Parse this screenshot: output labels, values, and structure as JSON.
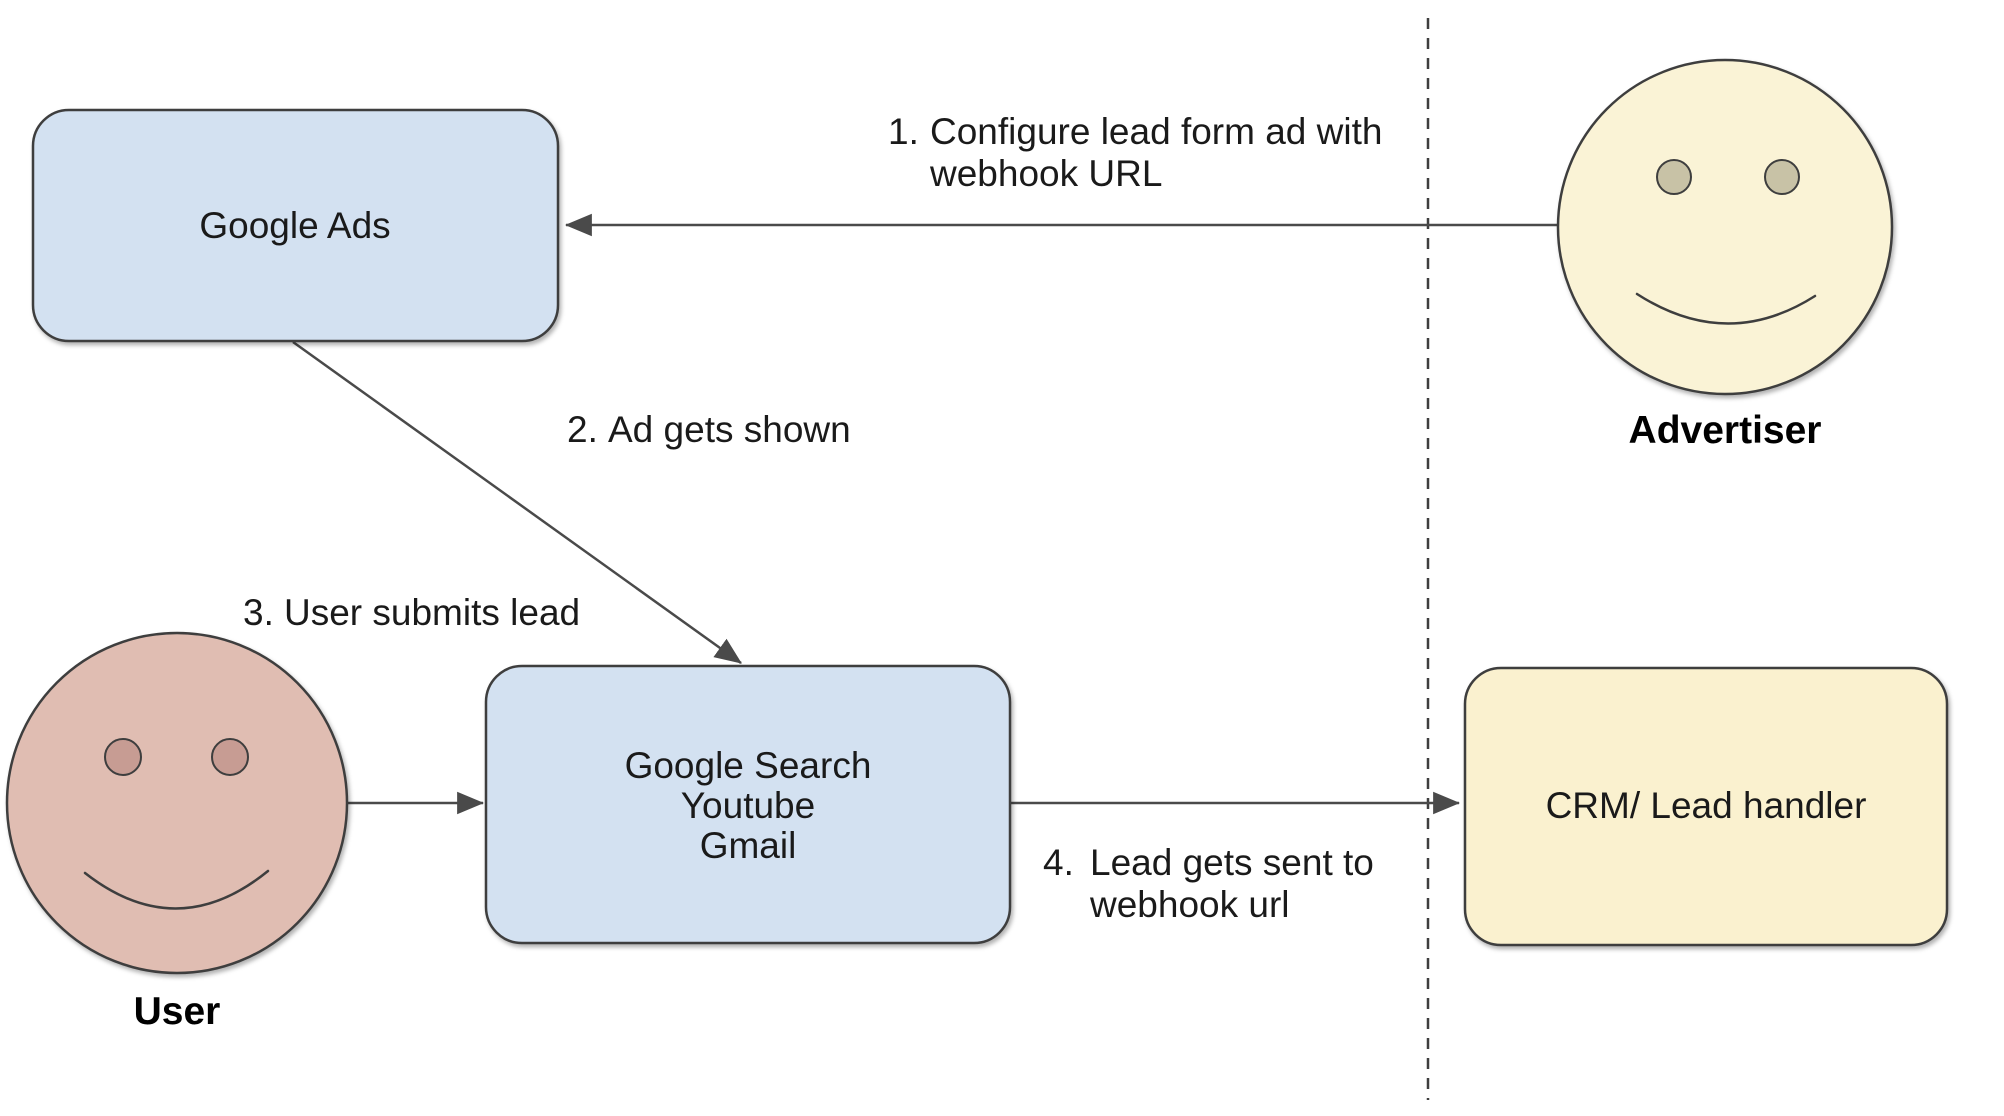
{
  "nodes": {
    "google_ads": {
      "label": "Google Ads",
      "fill": "#D3E1F1"
    },
    "channels": {
      "line1": "Google Search",
      "line2": "Youtube",
      "line3": "Gmail",
      "fill": "#D3E1F1"
    },
    "crm": {
      "label": "CRM/ Lead handler",
      "fill": "#FAF1CF"
    }
  },
  "actors": {
    "advertiser": {
      "label": "Advertiser",
      "face_fill": "#FAF3D6",
      "eye_fill": "#C8C2A6"
    },
    "user": {
      "label": "User",
      "face_fill": "#E0BDB2",
      "eye_fill": "#C79C93"
    }
  },
  "steps": {
    "s1": {
      "num": "1.",
      "line1": "Configure lead form ad with",
      "line2": "webhook URL"
    },
    "s2": {
      "num": "2.",
      "text": "Ad gets shown"
    },
    "s3": {
      "num": "3.",
      "text": "User submits lead"
    },
    "s4": {
      "num": "4.",
      "line1": "Lead gets sent to",
      "line2": "webhook url"
    }
  },
  "colors": {
    "box_blue": "#D3E1F1",
    "box_yellow": "#FAF1CF",
    "face_yellow": "#FAF3D6",
    "face_pink": "#E0BDB2",
    "line_gray": "#4a4a4a",
    "border_gray": "#3e3e3e",
    "text": "#1a1a1a"
  }
}
